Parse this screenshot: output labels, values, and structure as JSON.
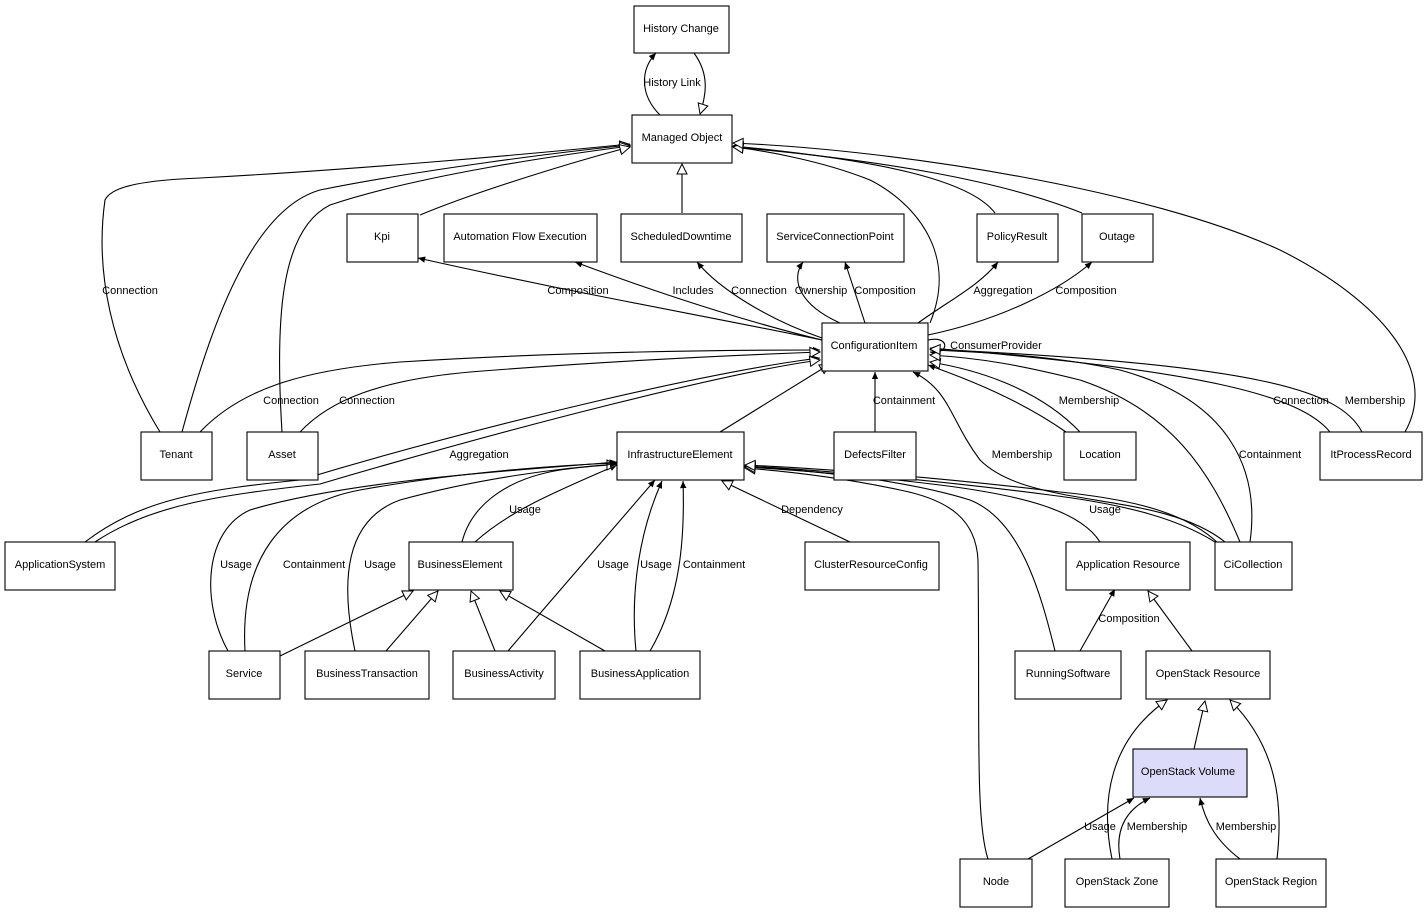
{
  "nodes": {
    "history_change": "History Change",
    "managed_object": "Managed Object",
    "kpi": "Kpi",
    "automation_flow_execution": "Automation Flow Execution",
    "scheduled_downtime": "ScheduledDowntime",
    "service_connection_point": "ServiceConnectionPoint",
    "policy_result": "PolicyResult",
    "outage": "Outage",
    "configuration_item": "ConfigurationItem",
    "tenant": "Tenant",
    "asset": "Asset",
    "infrastructure_element": "InfrastructureElement",
    "defects_filter": "DefectsFilter",
    "location": "Location",
    "it_process_record": "ItProcessRecord",
    "application_system": "ApplicationSystem",
    "business_element": "BusinessElement",
    "cluster_resource_config": "ClusterResourceConfig",
    "application_resource": "Application Resource",
    "ci_collection": "CiCollection",
    "service": "Service",
    "business_transaction": "BusinessTransaction",
    "business_activity": "BusinessActivity",
    "business_application": "BusinessApplication",
    "running_software": "RunningSoftware",
    "openstack_resource": "OpenStack Resource",
    "openstack_volume": "OpenStack Volume",
    "node": "Node",
    "openstack_zone": "OpenStack Zone",
    "openstack_region": "OpenStack Region"
  },
  "edge_labels": {
    "history_link": "History Link",
    "connection_tenant_mo": "Connection",
    "composition_kpi": "Composition",
    "includes": "Includes",
    "connection_sdt": "Connection",
    "ownership": "Ownership",
    "composition_scp": "Composition",
    "aggregation_policy": "Aggregation",
    "composition_outage": "Composition",
    "consumer_provider": "ConsumerProvider",
    "connection_tenant_ci": "Connection",
    "connection_asset_ci": "Connection",
    "containment_defects": "Containment",
    "membership_location": "Membership",
    "membership_cicollection": "Membership",
    "containment_cicollection": "Containment",
    "connection_itpr": "Connection",
    "membership_itpr": "Membership",
    "aggregation_appsys": "Aggregation",
    "usage_be": "Usage",
    "dependency": "Dependency",
    "usage_cicollection": "Usage",
    "usage_service": "Usage",
    "containment_service": "Containment",
    "usage_bt": "Usage",
    "usage_ba": "Usage",
    "usage_bapp": "Usage",
    "containment_bapp": "Containment",
    "composition_running": "Composition",
    "usage_node": "Usage",
    "membership_zone": "Membership",
    "membership_region": "Membership"
  },
  "colors": {
    "highlight": "#dcdcfa",
    "stroke": "#000000"
  }
}
